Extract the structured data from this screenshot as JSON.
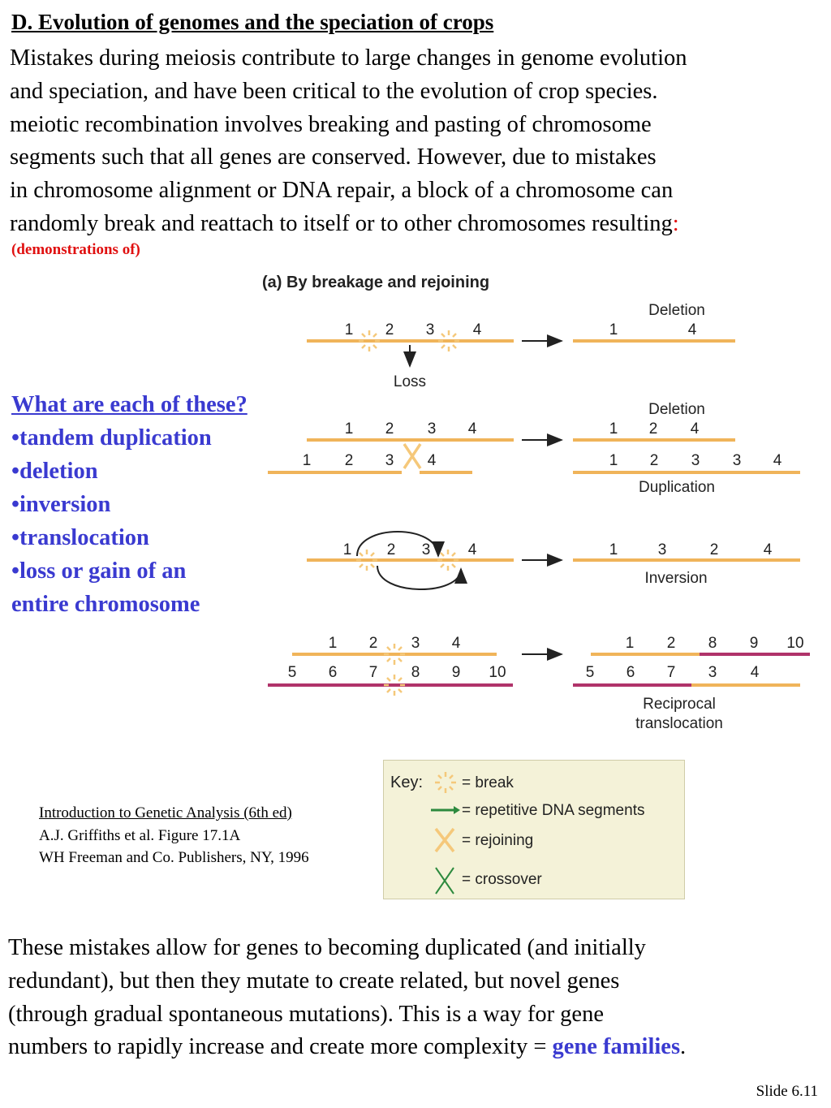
{
  "title": "D. Evolution of genomes and the speciation of crops",
  "intro_lines": [
    "Mistakes during meiosis contribute to large changes in genome evolution",
    " and speciation, and have been critical to the evolution of crop species.",
    "meiotic recombination involves breaking and pasting of chromosome",
    "segments such that all genes are conserved.  However, due to mistakes",
    "in chromosome alignment or DNA repair, a block of a chromosome can",
    "randomly break and reattach to itself or to other chromosomes resulting"
  ],
  "intro_colon": ":",
  "demonstrations": "(demonstrations of)",
  "questions": {
    "title": "What are each of these?",
    "items": [
      "•tandem duplication",
      "•deletion",
      "•inversion",
      "•translocation",
      "•loss or gain of an",
      "entire chromosome"
    ]
  },
  "figure": {
    "heading": "(a)  By breakage and rejoining",
    "deletion1": {
      "top_nums": [
        "1",
        "2",
        "3",
        "4"
      ],
      "loss_label": "Loss",
      "result_label": "Deletion",
      "result_nums": [
        "1",
        "4"
      ]
    },
    "deletion2": {
      "top_nums": [
        "1",
        "2",
        "3",
        "4"
      ],
      "bottom_nums": [
        "1",
        "2",
        "3",
        "4"
      ],
      "result_top_label": "Deletion",
      "result_top_nums": [
        "1",
        "2",
        "4"
      ],
      "result_bottom_nums": [
        "1",
        "2",
        "3",
        "3",
        "4"
      ],
      "result_bottom_label": "Duplication"
    },
    "inversion": {
      "nums": [
        "1",
        "2",
        "3",
        "4"
      ],
      "result_nums": [
        "1",
        "3",
        "2",
        "4"
      ],
      "result_label": "Inversion"
    },
    "translocation": {
      "top_nums": [
        "1",
        "2",
        "3",
        "4"
      ],
      "bottom_nums": [
        "5",
        "6",
        "7",
        "8",
        "9",
        "10"
      ],
      "result_top_nums": [
        "1",
        "2",
        "8",
        "9",
        "10"
      ],
      "result_bottom_nums": [
        "5",
        "6",
        "7",
        "3",
        "4"
      ],
      "result_label_1": "Reciprocal",
      "result_label_2": "translocation"
    },
    "colors": {
      "orange": "#f0b45a",
      "magenta": "#b0336a",
      "break": "#f5c87a",
      "arrow": "#222222",
      "green": "#2d8a3e"
    }
  },
  "citation": {
    "title": "Introduction to Genetic Analysis (6th ed)",
    "line2": "A.J. Griffiths et al.  Figure 17.1A",
    "line3": "WH Freeman and Co. Publishers, NY, 1996"
  },
  "key": {
    "label": "Key:",
    "break": "= break",
    "repetitive": "= repetitive DNA segments",
    "rejoining": "= rejoining",
    "crossover": "= crossover"
  },
  "conclusion": {
    "lines": [
      "These mistakes allow for genes to becoming duplicated (and initially",
      " redundant), but then they mutate to create related, but novel genes",
      "(through gradual spontaneous mutations).  This is a way for gene"
    ],
    "last_line_prefix": "numbers to rapidly increase and create more complexity = ",
    "highlight": "gene families",
    "period": "."
  },
  "slide_number": "Slide 6.11"
}
